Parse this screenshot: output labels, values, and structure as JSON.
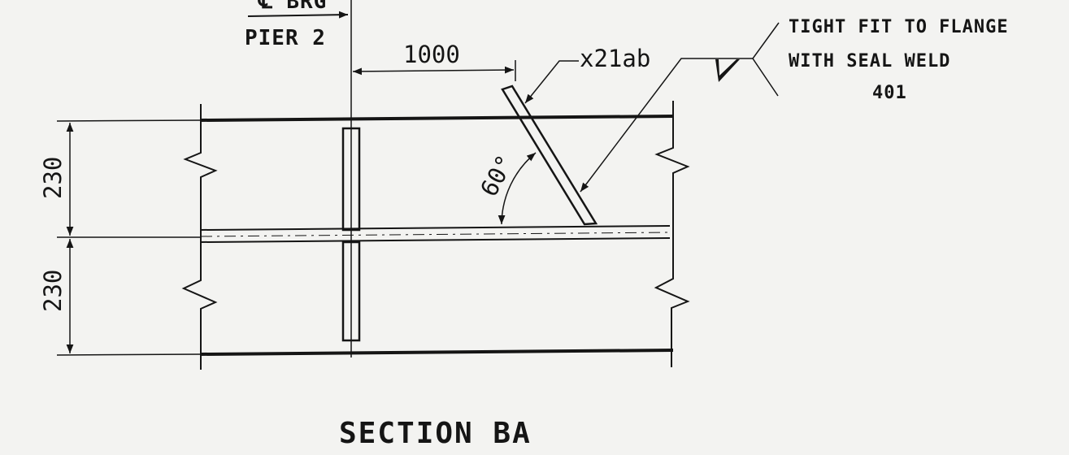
{
  "drawing": {
    "bearing_label": "℄ BRG",
    "pier_label": "PIER 2",
    "offset_dim": "1000",
    "stiffener_callout": "x21ab",
    "weld_note_line1": "TIGHT FIT TO FLANGE",
    "weld_note_line2": "WITH SEAL WELD",
    "weld_note_line3": "401",
    "angle_label": "60°",
    "upper_depth": "230",
    "lower_depth": "230",
    "section_title": "SECTION BA"
  },
  "colors": {
    "line": "#151515",
    "paper": "#f3f3f1"
  }
}
